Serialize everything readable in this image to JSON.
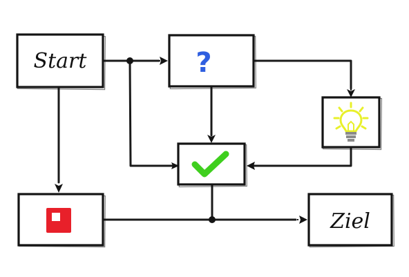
{
  "nodes": {
    "start": {
      "label": "Start"
    },
    "question": {
      "label": "?",
      "color": "#2f5fe0"
    },
    "idea": {
      "icon": "lightbulb-icon",
      "bulb_color": "#e8f02a",
      "base_color": "#8a8a8a"
    },
    "check": {
      "icon": "checkmark-icon",
      "color": "#3fcf1e"
    },
    "stop": {
      "icon": "stop-square-icon",
      "color": "#e8202a"
    },
    "goal": {
      "label": "Ziel"
    }
  },
  "edges": [
    {
      "from": "start",
      "to": "question"
    },
    {
      "from": "start",
      "to": "check"
    },
    {
      "from": "start",
      "to": "stop"
    },
    {
      "from": "question",
      "to": "check"
    },
    {
      "from": "question",
      "to": "idea"
    },
    {
      "from": "idea",
      "to": "check"
    },
    {
      "from": "check",
      "to": "goal"
    },
    {
      "from": "stop",
      "to": "goal"
    }
  ]
}
